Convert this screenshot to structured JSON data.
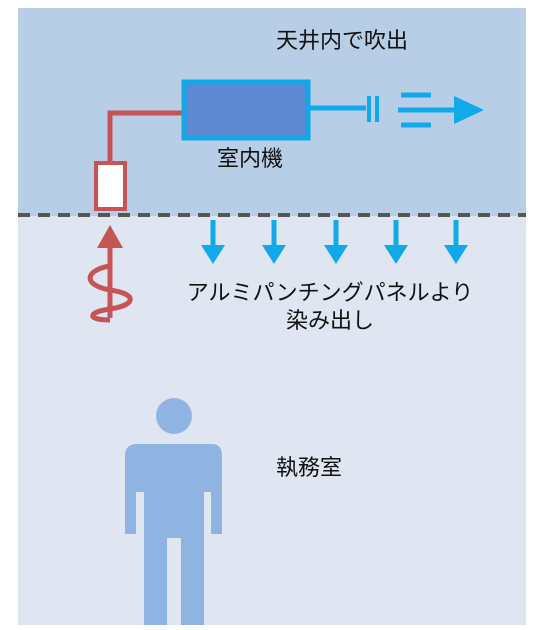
{
  "labels": {
    "ceiling_outlet": "天井内で吹出",
    "indoor_unit": "室内機",
    "panel_line1": "アルミパンチングパネルより",
    "panel_line2": "染み出し",
    "office_room": "執務室"
  },
  "colors": {
    "ceiling_zone": "#b8cde6",
    "room_zone": "#dfe6f1",
    "unit_border": "#12a7e7",
    "unit_fill": "#5f88d3",
    "airflow": "#11a9ea",
    "pipe": "#c65454",
    "divider": "#555555",
    "person": "#8fb4e1"
  },
  "icons": {
    "unit": "indoor-unit-icon",
    "airflow": "down-arrow-icon",
    "outlet": "horizontal-outlet-icon",
    "person": "person-icon",
    "pipe_coil": "coil-icon"
  }
}
